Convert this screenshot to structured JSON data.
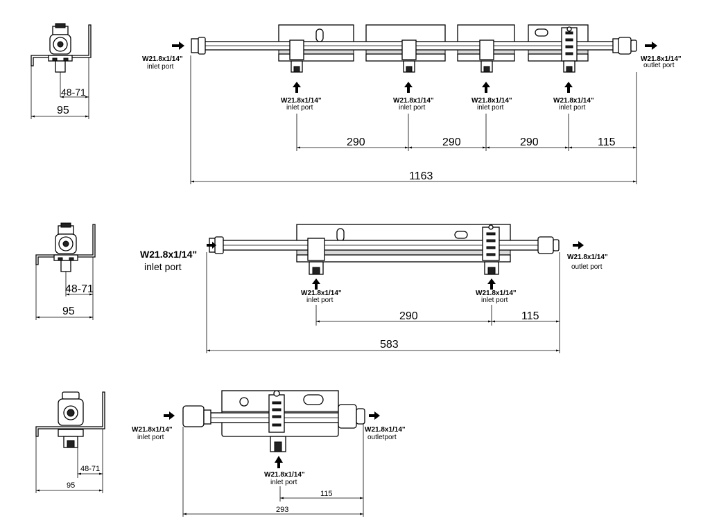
{
  "views": {
    "top": {
      "side": {
        "width": "95",
        "range": "48-71"
      },
      "left_inlet": {
        "label": "W21.8x1/14\"",
        "sub": "inlet port"
      },
      "outlet": {
        "label": "W21.8x1/14\"",
        "sub": "outlet port"
      },
      "bottom_inlets": [
        {
          "label": "W21.8x1/14\"",
          "sub": "inlet port"
        },
        {
          "label": "W21.8x1/14\"",
          "sub": "inlet port"
        },
        {
          "label": "W21.8x1/14\"",
          "sub": "inlet port"
        },
        {
          "label": "W21.8x1/14\"",
          "sub": "inlet port"
        }
      ],
      "spacings": [
        "290",
        "290",
        "290",
        "115"
      ],
      "total": "1163"
    },
    "middle": {
      "side": {
        "width": "95",
        "range": "48-71"
      },
      "left_inlet": {
        "label": "W21.8x1/14\"",
        "sub": "inlet port"
      },
      "outlet": {
        "label": "W21.8x1/14\"",
        "sub": "outlet port"
      },
      "bottom_inlets": [
        {
          "label": "W21.8x1/14\"",
          "sub": "inlet port"
        },
        {
          "label": "W21.8x1/14\"",
          "sub": "inlet port"
        }
      ],
      "spacings": [
        "290",
        "115"
      ],
      "total": "583"
    },
    "bottom": {
      "side": {
        "width": "95",
        "range": "48-71"
      },
      "left_inlet": {
        "label": "W21.8x1/14\"",
        "sub": "inlet port"
      },
      "outlet": {
        "label": "W21.8x1/14\"",
        "sub": "outletport"
      },
      "bottom_inlets": [
        {
          "label": "W21.8x1/14\"",
          "sub": "inlet port"
        }
      ],
      "spacings": [
        "115"
      ],
      "total": "293"
    }
  }
}
